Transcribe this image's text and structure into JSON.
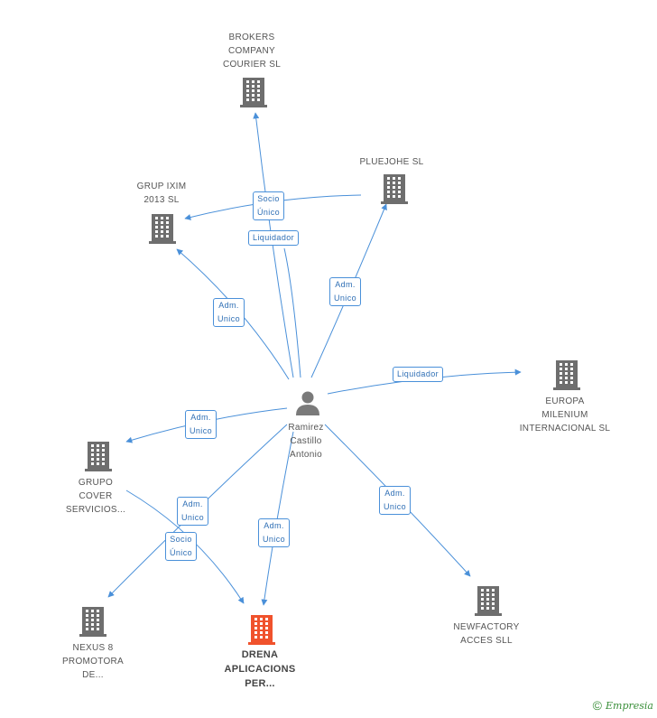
{
  "colors": {
    "edge": "#4a90d9",
    "building": "#6e6e6e",
    "building_focus": "#f0522c",
    "person": "#7a7a7a"
  },
  "center": {
    "name": "Ramirez\nCastillo\nAntonio",
    "icon": "person-icon"
  },
  "nodes": [
    {
      "id": "brokers",
      "label": "BROKERS\nCOMPANY\nCOURIER SL",
      "icon": "building-icon"
    },
    {
      "id": "pluejohe",
      "label": "PLUEJOHE SL",
      "icon": "building-icon"
    },
    {
      "id": "grupixim",
      "label": "GRUP IXIM\n2013 SL",
      "icon": "building-icon"
    },
    {
      "id": "europa",
      "label": "EUROPA\nMILENIUM\nINTERNACIONAL SL",
      "icon": "building-icon"
    },
    {
      "id": "grupocover",
      "label": "GRUPO\nCOVER\nSERVICIOS...",
      "icon": "building-icon"
    },
    {
      "id": "nexus",
      "label": "NEXUS 8\nPROMOTORA\nDE...",
      "icon": "building-icon"
    },
    {
      "id": "drena",
      "label": "DRENA\nAPLICACIONS\nPER...",
      "icon": "building-icon",
      "focus": true
    },
    {
      "id": "newfactory",
      "label": "NEWFACTORY\nACCES SLL",
      "icon": "building-icon"
    }
  ],
  "relations": [
    {
      "id": "r-socio-top",
      "text": "Socio\nÚnico"
    },
    {
      "id": "r-liq-top",
      "text": "Liquidador"
    },
    {
      "id": "r-adm-grup",
      "text": "Adm.\nUnico"
    },
    {
      "id": "r-adm-plue",
      "text": "Adm.\nUnico"
    },
    {
      "id": "r-liq-europa",
      "text": "Liquidador"
    },
    {
      "id": "r-adm-cover",
      "text": "Adm.\nUnico"
    },
    {
      "id": "r-adm-nexus",
      "text": "Adm.\nUnico"
    },
    {
      "id": "r-socio-bottom",
      "text": "Socio\nÚnico"
    },
    {
      "id": "r-adm-drena",
      "text": "Adm.\nUnico"
    },
    {
      "id": "r-adm-newfactory",
      "text": "Adm.\nUnico"
    }
  ],
  "footer": {
    "copyright": "©",
    "brand": "Empresia"
  }
}
